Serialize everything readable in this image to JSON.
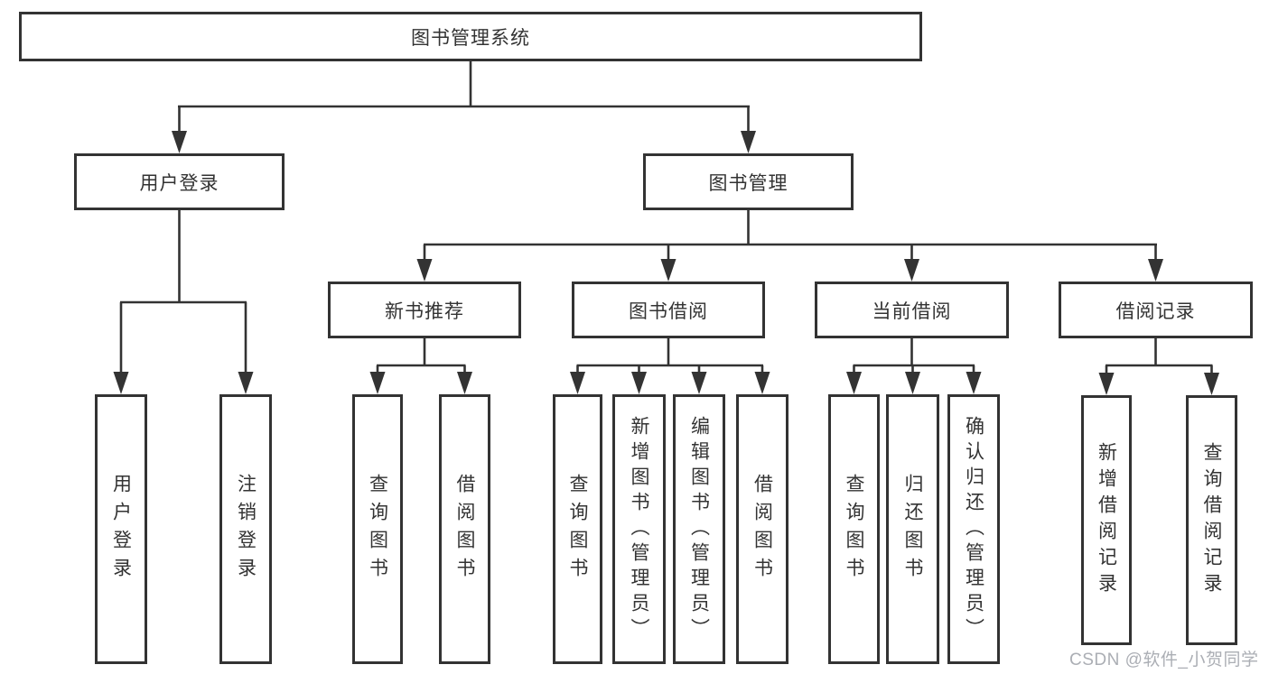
{
  "diagram_title": "图书管理系统",
  "watermark": "CSDN @软件_小贺同学",
  "colors": {
    "line": "#333333",
    "box_border": "#333333",
    "text": "#333333",
    "background": "#ffffff",
    "watermark": "#a6aab0"
  },
  "nodes": {
    "root": "图书管理系统",
    "user_login": "用户登录",
    "book_mgmt": "图书管理",
    "new_book_rec": "新书推荐",
    "book_borrow": "图书借阅",
    "current_borrow": "当前借阅",
    "borrow_records": "借阅记录",
    "leaf_user_login": "用户登录",
    "leaf_logout": "注销登录",
    "leaf_nb_query": "查询图书",
    "leaf_nb_borrow": "借阅图书",
    "leaf_bb_query": "查询图书",
    "leaf_bb_add": "新增图书（管理员）",
    "leaf_bb_edit": "编辑图书（管理员）",
    "leaf_bb_borrow": "借阅图书",
    "leaf_cb_query": "查询图书",
    "leaf_cb_return": "归还图书",
    "leaf_cb_confirm": "确认归还（管理员）",
    "leaf_br_add": "新增借阅记录",
    "leaf_br_query": "查询借阅记录"
  },
  "hierarchy": {
    "图书管理系统": {
      "用户登录": [
        "用户登录",
        "注销登录"
      ],
      "图书管理": {
        "新书推荐": [
          "查询图书",
          "借阅图书"
        ],
        "图书借阅": [
          "查询图书",
          "新增图书（管理员）",
          "编辑图书（管理员）",
          "借阅图书"
        ],
        "当前借阅": [
          "查询图书",
          "归还图书",
          "确认归还（管理员）"
        ],
        "借阅记录": [
          "新增借阅记录",
          "查询借阅记录"
        ]
      }
    }
  }
}
